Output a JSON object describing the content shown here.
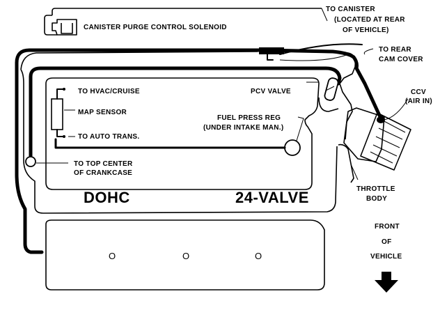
{
  "labels": {
    "canister_line1": "TO CANISTER",
    "canister_line2": "(LOCATED AT REAR",
    "canister_line3": "OF VEHICLE)",
    "purge_solenoid": "CANISTER PURGE CONTROL SOLENOID",
    "rear_cam_line1": "TO REAR",
    "rear_cam_line2": "CAM COVER",
    "ccv_line1": "CCV",
    "ccv_line2": "(AIR IN)",
    "hvac_cruise": "TO HVAC/CRUISE",
    "pcv_valve": "PCV VALVE",
    "map_sensor": "MAP SENSOR",
    "fuel_press_line1": "FUEL PRESS REG",
    "fuel_press_line2": "(UNDER INTAKE MAN.)",
    "auto_trans": "TO AUTO TRANS.",
    "crankcase_line1": "TO TOP CENTER",
    "crankcase_line2": "OF CRANKCASE",
    "throttle_line1": "THROTTLE",
    "throttle_line2": "BODY",
    "dohc": "DOHC",
    "valve24": "24-VALVE",
    "front_line1": "FRONT",
    "front_line2": "OF",
    "front_line3": "VEHICLE",
    "oil_pan_holes": [
      "O",
      "O",
      "O"
    ]
  },
  "colors": {
    "ink": "#000000",
    "background": "#ffffff"
  }
}
